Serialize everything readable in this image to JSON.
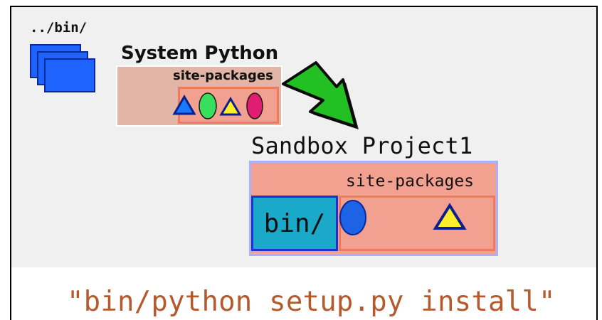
{
  "labels": {
    "bin_path": "../bin/",
    "system_title": "System Python",
    "system_site_packages": "site-packages",
    "sandbox_title": "Sandbox Project1",
    "sandbox_site_packages": "site-packages",
    "sandbox_bin": "bin/",
    "command": "\"bin/python setup.py install\""
  },
  "icons": {
    "system_packages": [
      "blue-triangle-icon",
      "green-ellipse-icon",
      "yellow-triangle-icon",
      "pink-ellipse-icon"
    ],
    "sandbox_packages": [
      "blue-ellipse-icon",
      "yellow-triangle-icon"
    ],
    "arrow": "green-arrow-icon",
    "bin_windows": [
      "blue-window-icon",
      "blue-window-icon",
      "blue-window-icon"
    ]
  },
  "colors": {
    "system_box": "#e2b5a6",
    "site_packages": "#f2a090",
    "site_packages_border": "#ef7a5c",
    "sandbox_border": "#a9b0ff",
    "bin_fill": "#1aa9c9",
    "bin_border": "#1d2fd6",
    "command_text": "#b55a2c",
    "arrow_fill": "#22c022",
    "window_fill": "#1f63ff"
  }
}
